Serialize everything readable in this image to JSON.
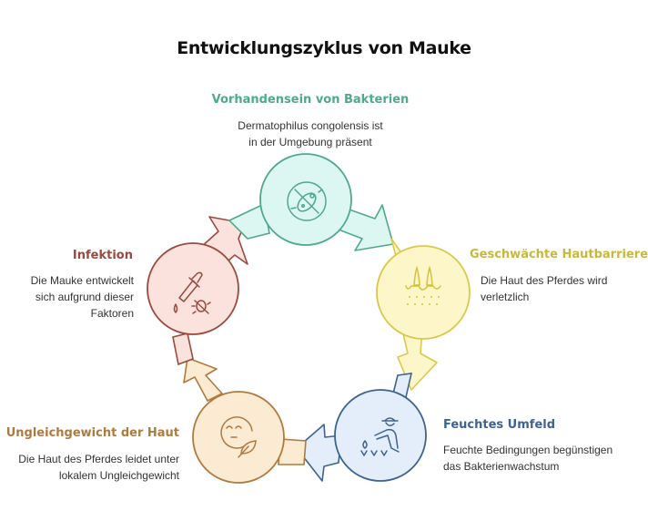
{
  "title": "Entwicklungszyklus von Mauke",
  "colors": {
    "bacteria": "#4fa98a",
    "barrier": "#c9b83a",
    "moist": "#3e6391",
    "imbalance": "#b07a3f",
    "infection": "#9a4a3e"
  },
  "steps": [
    {
      "title": "Vorhandensein von Bakterien",
      "desc_lines": [
        "Dermatophilus congolensis ist",
        "in der Umgebung präsent"
      ],
      "icon": "bacteria-icon"
    },
    {
      "title": "Geschwächte Hautbarriere",
      "desc_lines": [
        "Die Haut des Pferdes wird",
        "verletzlich"
      ],
      "icon": "hair-follicle-icon"
    },
    {
      "title": "Feuchtes Umfeld",
      "desc_lines": [
        "Feuchte Bedingungen begünstigen",
        "das Bakterienwachstum"
      ],
      "icon": "farmer-water-icon"
    },
    {
      "title": "Ungleichgewicht der Haut",
      "desc_lines": [
        "Die Haut des Pferdes leidet unter",
        "lokalem Ungleichgewicht"
      ],
      "icon": "face-leaf-icon"
    },
    {
      "title": "Infektion",
      "desc_lines": [
        "Die Mauke entwickelt",
        "sich aufgrund dieser",
        "Faktoren"
      ],
      "icon": "dropper-bug-icon"
    }
  ]
}
